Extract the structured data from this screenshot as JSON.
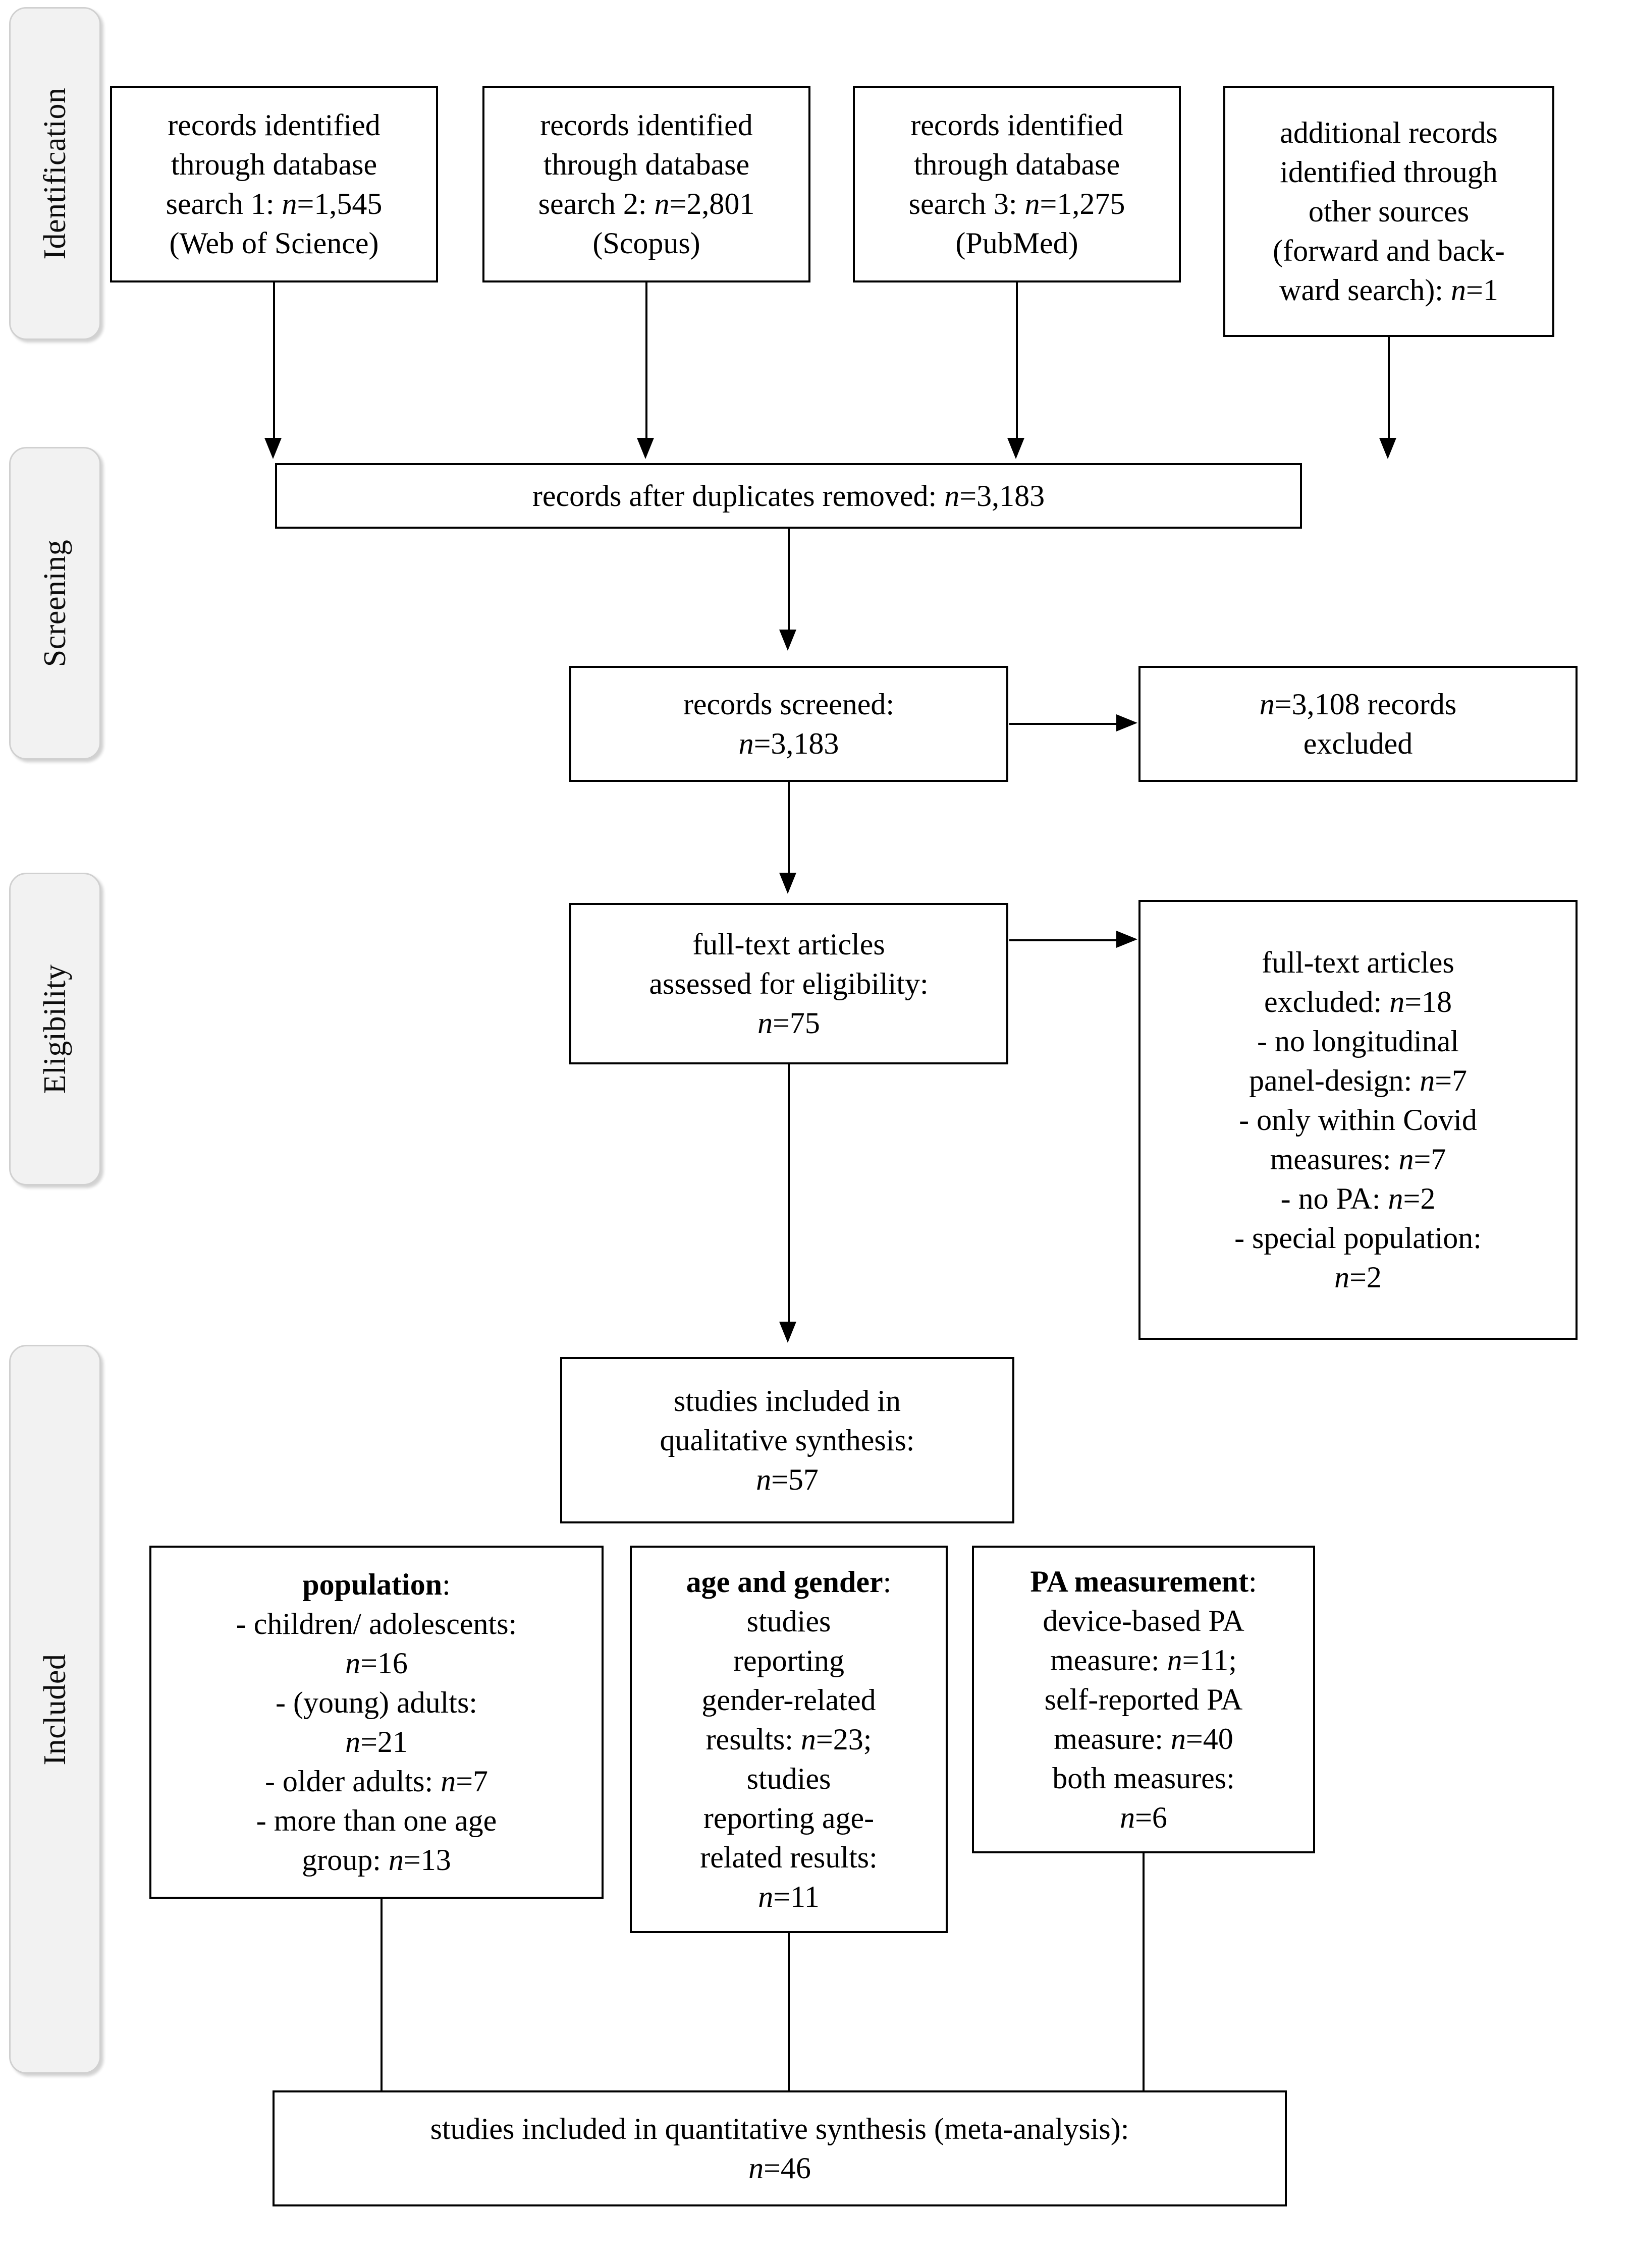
{
  "diagram": {
    "type": "prisma-flow-diagram",
    "stages": [
      {
        "id": "identification",
        "label": "Identification"
      },
      {
        "id": "screening",
        "label": "Screening"
      },
      {
        "id": "eligibility",
        "label": "Eligibility"
      },
      {
        "id": "included",
        "label": "Included"
      }
    ],
    "identification": {
      "sources": [
        {
          "id": "db-search-1",
          "lines": [
            "records identified",
            "through database",
            "search 1: n=1,545",
            "(Web of Science)"
          ],
          "n": 1545,
          "database": "Web of Science"
        },
        {
          "id": "db-search-2",
          "lines": [
            "records identified",
            "through database",
            "search 2: n=2,801",
            "(Scopus)"
          ],
          "n": 2801,
          "database": "Scopus"
        },
        {
          "id": "db-search-3",
          "lines": [
            "records identified",
            "through database",
            "search 3: n=1,275",
            "(PubMed)"
          ],
          "n": 1275,
          "database": "PubMed"
        },
        {
          "id": "other-sources",
          "lines": [
            "additional records",
            "identified through",
            "other sources",
            "(forward and back-",
            "ward search): n=1"
          ],
          "n": 1,
          "database": "forward and backward search"
        }
      ]
    },
    "screening": {
      "duplicates_removed": {
        "text": "records after duplicates removed: n=3,183",
        "n": 3183
      },
      "records_screened": {
        "lines": [
          "records screened:",
          "n=3,183"
        ],
        "n": 3183
      },
      "records_excluded": {
        "lines": [
          "n=3,108 records",
          "excluded"
        ],
        "n": 3108
      }
    },
    "eligibility": {
      "assessed": {
        "lines": [
          "full-text articles",
          "assessed for eligibility:",
          "n=75"
        ],
        "n": 75
      },
      "excluded": {
        "heading_lines": [
          "full-text articles",
          "excluded: n=18"
        ],
        "n": 18,
        "reasons": [
          {
            "label": "no longitudinal panel-design",
            "text": "-   no longitudinal panel-design: n=7",
            "n": 7
          },
          {
            "label": "only within Covid measures",
            "text": "-   only within Covid measures: n=7",
            "n": 7
          },
          {
            "label": "no PA",
            "text": "-   no PA: n=2",
            "n": 2
          },
          {
            "label": "special population",
            "text": "-   special population: n=2",
            "n": 2
          }
        ]
      }
    },
    "included": {
      "qualitative": {
        "lines": [
          "studies included  in",
          "qualitative synthesis:",
          "n=57"
        ],
        "n": 57
      },
      "categories": [
        {
          "id": "population",
          "heading": "population",
          "items": [
            {
              "text": "-   children/ adolescents: n=16",
              "n": 16
            },
            {
              "text": "-   (young) adults: n=21",
              "n": 21
            },
            {
              "text": "-   older adults: n=7",
              "n": 7
            },
            {
              "text": "-   more than one age group: n=13",
              "n": 13
            }
          ]
        },
        {
          "id": "age-and-gender",
          "heading": "age and gender",
          "items": [
            {
              "text": "studies reporting gender-related results: n=23;",
              "n": 23
            },
            {
              "text": "studies reporting age-related results: n=11",
              "n": 11
            }
          ]
        },
        {
          "id": "pa-measurement",
          "heading": "PA measurement",
          "items": [
            {
              "text": "device-based PA measure: n=11;",
              "n": 11
            },
            {
              "text": "self-reported PA measure: n=40",
              "n": 40
            },
            {
              "text": "both measures: n=6",
              "n": 6
            }
          ]
        }
      ],
      "quantitative": {
        "lines": [
          "studies included  in quantitative synthesis (meta-analysis):",
          "n=46"
        ],
        "n": 46
      }
    },
    "box_text": {
      "src1_l1": "records identified",
      "src1_l2": "through database",
      "src1_l3a": "search 1: ",
      "src1_l3b": "n",
      "src1_l3c": "=1,545",
      "src1_l4": "(Web of Science)",
      "src2_l1": "records identified",
      "src2_l2": "through database",
      "src2_l3a": "search 2: ",
      "src2_l3b": "n",
      "src2_l3c": "=2,801",
      "src2_l4": "(Scopus)",
      "src3_l1": "records identified",
      "src3_l2": "through database",
      "src3_l3a": "search 3: ",
      "src3_l3b": "n",
      "src3_l3c": "=1,275",
      "src3_l4": "(PubMed)",
      "src4_l1": "additional records",
      "src4_l2": "identified through",
      "src4_l3": "other sources",
      "src4_l4": "(forward and back-",
      "src4_l5a": "ward search): ",
      "src4_l5b": "n",
      "src4_l5c": "=1",
      "dup_a": "records after duplicates removed: ",
      "dup_b": "n",
      "dup_c": "=3,183",
      "scr_l1": "records screened:",
      "scr_l2a": "n",
      "scr_l2b": "=3,183",
      "exc_l1a": "n",
      "exc_l1b": "=3,108 records",
      "exc_l2": "excluded",
      "ft_l1": "full-text articles",
      "ft_l2": "assessed for eligibility:",
      "ft_l3a": "n",
      "ft_l3b": "=75",
      "ftx_l1": "full-text articles",
      "ftx_l2a": "excluded: ",
      "ftx_l2b": "n",
      "ftx_l2c": "=18",
      "ftx_l3": "-   no longitudinal",
      "ftx_l4a": "panel-design: ",
      "ftx_l4b": "n",
      "ftx_l4c": "=7",
      "ftx_l5": "-   only within Covid",
      "ftx_l6a": "measures: ",
      "ftx_l6b": "n",
      "ftx_l6c": "=7",
      "ftx_l7a": "-   no PA: ",
      "ftx_l7b": "n",
      "ftx_l7c": "=2",
      "ftx_l8": "-   special population:",
      "ftx_l9a": "n",
      "ftx_l9b": "=2",
      "qual_l1": "studies included  in",
      "qual_l2": "qualitative synthesis:",
      "qual_l3a": "n",
      "qual_l3b": "=57",
      "pop_h": "population",
      "pop_hc": ":",
      "pop_l1": "-   children/ adolescents:",
      "pop_l2a": "n",
      "pop_l2b": "=16",
      "pop_l3": "-   (young) adults:",
      "pop_l4a": "n",
      "pop_l4b": "=21",
      "pop_l5a": "-   older adults: ",
      "pop_l5b": "n",
      "pop_l5c": "=7",
      "pop_l6": "-   more than one age",
      "pop_l7a": "group: ",
      "pop_l7b": "n",
      "pop_l7c": "=13",
      "ag_h": "age and gender",
      "ag_hc": ":",
      "ag_l1": "studies",
      "ag_l2": "reporting",
      "ag_l3": "gender-related",
      "ag_l4a": "results: ",
      "ag_l4b": "n",
      "ag_l4c": "=23;",
      "ag_l5": "studies",
      "ag_l6": "reporting age-",
      "ag_l7": "related results:",
      "ag_l8a": "n",
      "ag_l8b": "=11",
      "pa_h": "PA measurement",
      "pa_hc": ":",
      "pa_l1": "device-based PA",
      "pa_l2a": "measure: ",
      "pa_l2b": "n",
      "pa_l2c": "=11;",
      "pa_l3": "self-reported PA",
      "pa_l4a": "measure: ",
      "pa_l4b": "n",
      "pa_l4c": "=40",
      "pa_l5": "both measures:",
      "pa_l6a": "n",
      "pa_l6b": "=6",
      "quant_l1": "studies included  in quantitative synthesis (meta-analysis):",
      "quant_l2a": "n",
      "quant_l2b": "=46"
    }
  }
}
